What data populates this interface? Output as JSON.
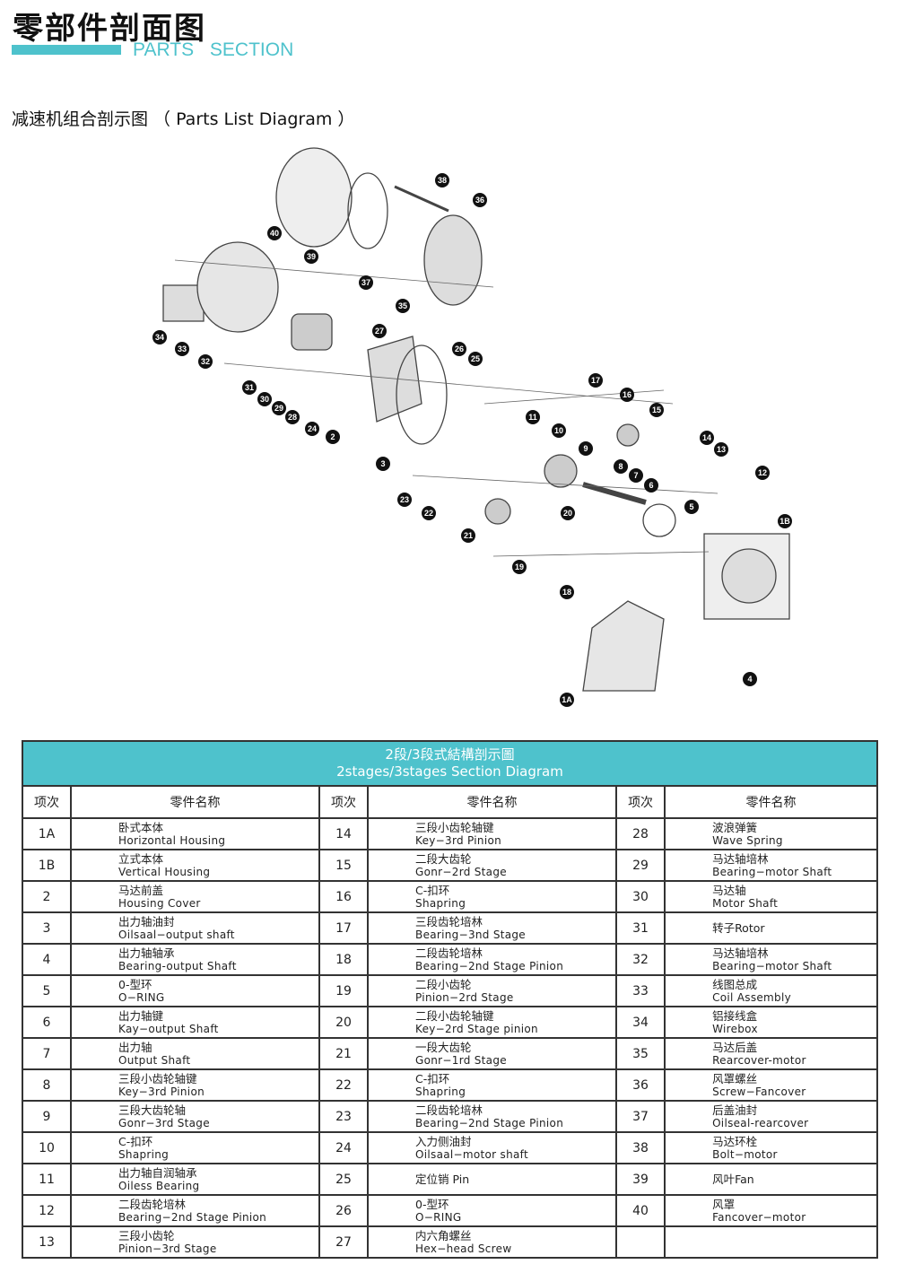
{
  "header": {
    "title": "零部件剖面图",
    "subtitle": "PARTS SECTION",
    "diagram_title": "减速机组合剖示图 （ Parts List Diagram ）"
  },
  "diagram": {
    "callouts": [
      "38",
      "36",
      "40",
      "39",
      "37",
      "35",
      "34",
      "33",
      "32",
      "27",
      "26",
      "25",
      "31",
      "30",
      "29",
      "28",
      "24",
      "2",
      "17",
      "16",
      "15",
      "11",
      "10",
      "14",
      "13",
      "9",
      "3",
      "8",
      "7",
      "6",
      "12",
      "23",
      "22",
      "5",
      "20",
      "21",
      "1B",
      "19",
      "18",
      "4",
      "1A"
    ]
  },
  "table": {
    "title_cn": "2段/3段式結構剖示圖",
    "title_en": "2stages/3stages Section Diagram",
    "col_no": "项次",
    "col_name": "零件名称",
    "rows": [
      [
        {
          "no": "1A",
          "cn": "卧式本体",
          "en": "Horizontal Housing"
        },
        {
          "no": "14",
          "cn": "三段小齿轮轴键",
          "en": "Key−3rd Pinion"
        },
        {
          "no": "28",
          "cn": "波浪弹簧",
          "en": "Wave Spring"
        }
      ],
      [
        {
          "no": "1B",
          "cn": "立式本体",
          "en": "Vertical Housing"
        },
        {
          "no": "15",
          "cn": "二段大齿轮",
          "en": "Gonr−2rd Stage"
        },
        {
          "no": "29",
          "cn": "马达轴培林",
          "en": "Bearing−motor Shaft"
        }
      ],
      [
        {
          "no": "2",
          "cn": "马达前盖",
          "en": "Housing Cover"
        },
        {
          "no": "16",
          "cn": "C-扣环",
          "en": "Shapring"
        },
        {
          "no": "30",
          "cn": "马达轴",
          "en": "Motor Shaft"
        }
      ],
      [
        {
          "no": "3",
          "cn": "出力轴油封",
          "en": "Oilsaal−output shaft"
        },
        {
          "no": "17",
          "cn": "三段齿轮培林",
          "en": "Bearing−3nd Stage"
        },
        {
          "no": "31",
          "cn": "转子Rotor",
          "en": ""
        }
      ],
      [
        {
          "no": "4",
          "cn": "出力轴轴承",
          "en": "Bearing-output Shaft"
        },
        {
          "no": "18",
          "cn": "二段齿轮培林",
          "en": "Bearing−2nd Stage Pinion"
        },
        {
          "no": "32",
          "cn": "马达轴培林",
          "en": "Bearing−motor Shaft"
        }
      ],
      [
        {
          "no": "5",
          "cn": "0-型环",
          "en": "O−RING"
        },
        {
          "no": "19",
          "cn": "二段小齿轮",
          "en": "Pinion−2rd Stage"
        },
        {
          "no": "33",
          "cn": "线图总成",
          "en": "Coil Assembly"
        }
      ],
      [
        {
          "no": "6",
          "cn": "出力轴键",
          "en": "Kay−output Shaft"
        },
        {
          "no": "20",
          "cn": "二段小齿轮轴键",
          "en": "Key−2rd Stage pinion"
        },
        {
          "no": "34",
          "cn": "铝接线盒",
          "en": "Wirebox"
        }
      ],
      [
        {
          "no": "7",
          "cn": "出力轴",
          "en": "Output Shaft"
        },
        {
          "no": "21",
          "cn": "一段大齿轮",
          "en": "Gonr−1rd Stage"
        },
        {
          "no": "35",
          "cn": "马达后盖",
          "en": "Rearcover-motor"
        }
      ],
      [
        {
          "no": "8",
          "cn": "三段小齿轮轴键",
          "en": "Key−3rd Pinion"
        },
        {
          "no": "22",
          "cn": "C-扣环",
          "en": "Shapring"
        },
        {
          "no": "36",
          "cn": "风罩螺丝",
          "en": "Screw−Fancover"
        }
      ],
      [
        {
          "no": "9",
          "cn": "三段大齿轮轴",
          "en": "Gonr−3rd Stage"
        },
        {
          "no": "23",
          "cn": "二段齿轮培林",
          "en": "Bearing−2nd Stage Pinion"
        },
        {
          "no": "37",
          "cn": "后盖油封",
          "en": "Oilseal-rearcover"
        }
      ],
      [
        {
          "no": "10",
          "cn": "C-扣环",
          "en": "Shapring"
        },
        {
          "no": "24",
          "cn": "入力侧油封",
          "en": "Oilsaal−motor shaft"
        },
        {
          "no": "38",
          "cn": "马达环栓",
          "en": "Bolt−motor"
        }
      ],
      [
        {
          "no": "11",
          "cn": "出力轴自润轴承",
          "en": "Oiless Bearing"
        },
        {
          "no": "25",
          "cn": "定位销 Pin",
          "en": ""
        },
        {
          "no": "39",
          "cn": "风叶Fan",
          "en": ""
        }
      ],
      [
        {
          "no": "12",
          "cn": "二段齿轮培林",
          "en": "Bearing−2nd Stage Pinion"
        },
        {
          "no": "26",
          "cn": "0-型环",
          "en": "O−RING"
        },
        {
          "no": "40",
          "cn": "风罩",
          "en": "Fancover−motor"
        }
      ],
      [
        {
          "no": "13",
          "cn": "三段小齿轮",
          "en": "Pinion−3rd Stage"
        },
        {
          "no": "27",
          "cn": "内六角螺丝",
          "en": "Hex−head Screw"
        },
        {
          "no": "",
          "cn": "",
          "en": ""
        }
      ]
    ]
  }
}
